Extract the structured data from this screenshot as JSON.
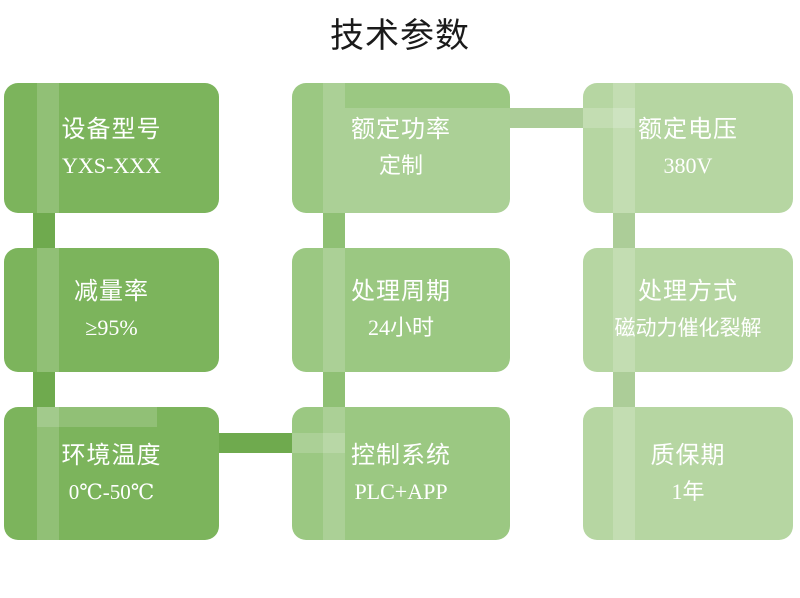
{
  "page": {
    "title": "技术参数",
    "background": "#ffffff",
    "title_color": "#1a1a1a"
  },
  "palette": {
    "col1": "#7cb45c",
    "col2": "#9bc882",
    "col3": "#b6d6a2",
    "connector_dark": "#6faa4e",
    "connector_mid": "#8fc074",
    "connector_light": "#accd98",
    "overlay": "rgba(255,255,255,0.16)"
  },
  "diagram": {
    "type": "grid-3x3",
    "rows": 3,
    "columns": 3,
    "cards": [
      {
        "id": "card-1",
        "label": "设备型号",
        "value": "YXS-XXX",
        "row": 1,
        "col": 1,
        "color": "#7cb45c"
      },
      {
        "id": "card-2",
        "label": "额定功率",
        "value": "定制",
        "row": 1,
        "col": 2,
        "color": "#9bc882"
      },
      {
        "id": "card-3",
        "label": "额定电压",
        "value": "380V",
        "row": 1,
        "col": 3,
        "color": "#b6d6a2"
      },
      {
        "id": "card-4",
        "label": "减量率",
        "value": "≥95%",
        "row": 2,
        "col": 1,
        "color": "#7cb45c"
      },
      {
        "id": "card-5",
        "label": "处理周期",
        "value": "24小时",
        "row": 2,
        "col": 2,
        "color": "#9bc882"
      },
      {
        "id": "card-6",
        "label": "处理方式",
        "value": "磁动力催化裂解",
        "row": 2,
        "col": 3,
        "color": "#b6d6a2"
      },
      {
        "id": "card-7",
        "label": "环境温度",
        "value": "0℃-50℃",
        "row": 3,
        "col": 1,
        "color": "#7cb45c"
      },
      {
        "id": "card-8",
        "label": "控制系统",
        "value": "PLC+APP",
        "row": 3,
        "col": 2,
        "color": "#9bc882"
      },
      {
        "id": "card-9",
        "label": "质保期",
        "value": "1年",
        "row": 3,
        "col": 3,
        "color": "#b6d6a2"
      }
    ],
    "connectors": [
      {
        "id": "connector-col1-row1-row2",
        "orientation": "vertical",
        "color": "#6faa4e"
      },
      {
        "id": "connector-col1-row2-row3",
        "orientation": "vertical",
        "color": "#6faa4e"
      },
      {
        "id": "connector-col2-row1-row2",
        "orientation": "vertical",
        "color": "#8fc074"
      },
      {
        "id": "connector-col2-row2-row3",
        "orientation": "vertical",
        "color": "#8fc074"
      },
      {
        "id": "connector-col3-row1-row2",
        "orientation": "vertical",
        "color": "#accd98"
      },
      {
        "id": "connector-col3-row2-row3",
        "orientation": "vertical",
        "color": "#accd98"
      },
      {
        "id": "connector-row1-col2-col3",
        "orientation": "horizontal",
        "color": "#accd98"
      },
      {
        "id": "connector-row3-col1-col2",
        "orientation": "horizontal",
        "color": "#6faa4e"
      }
    ]
  }
}
